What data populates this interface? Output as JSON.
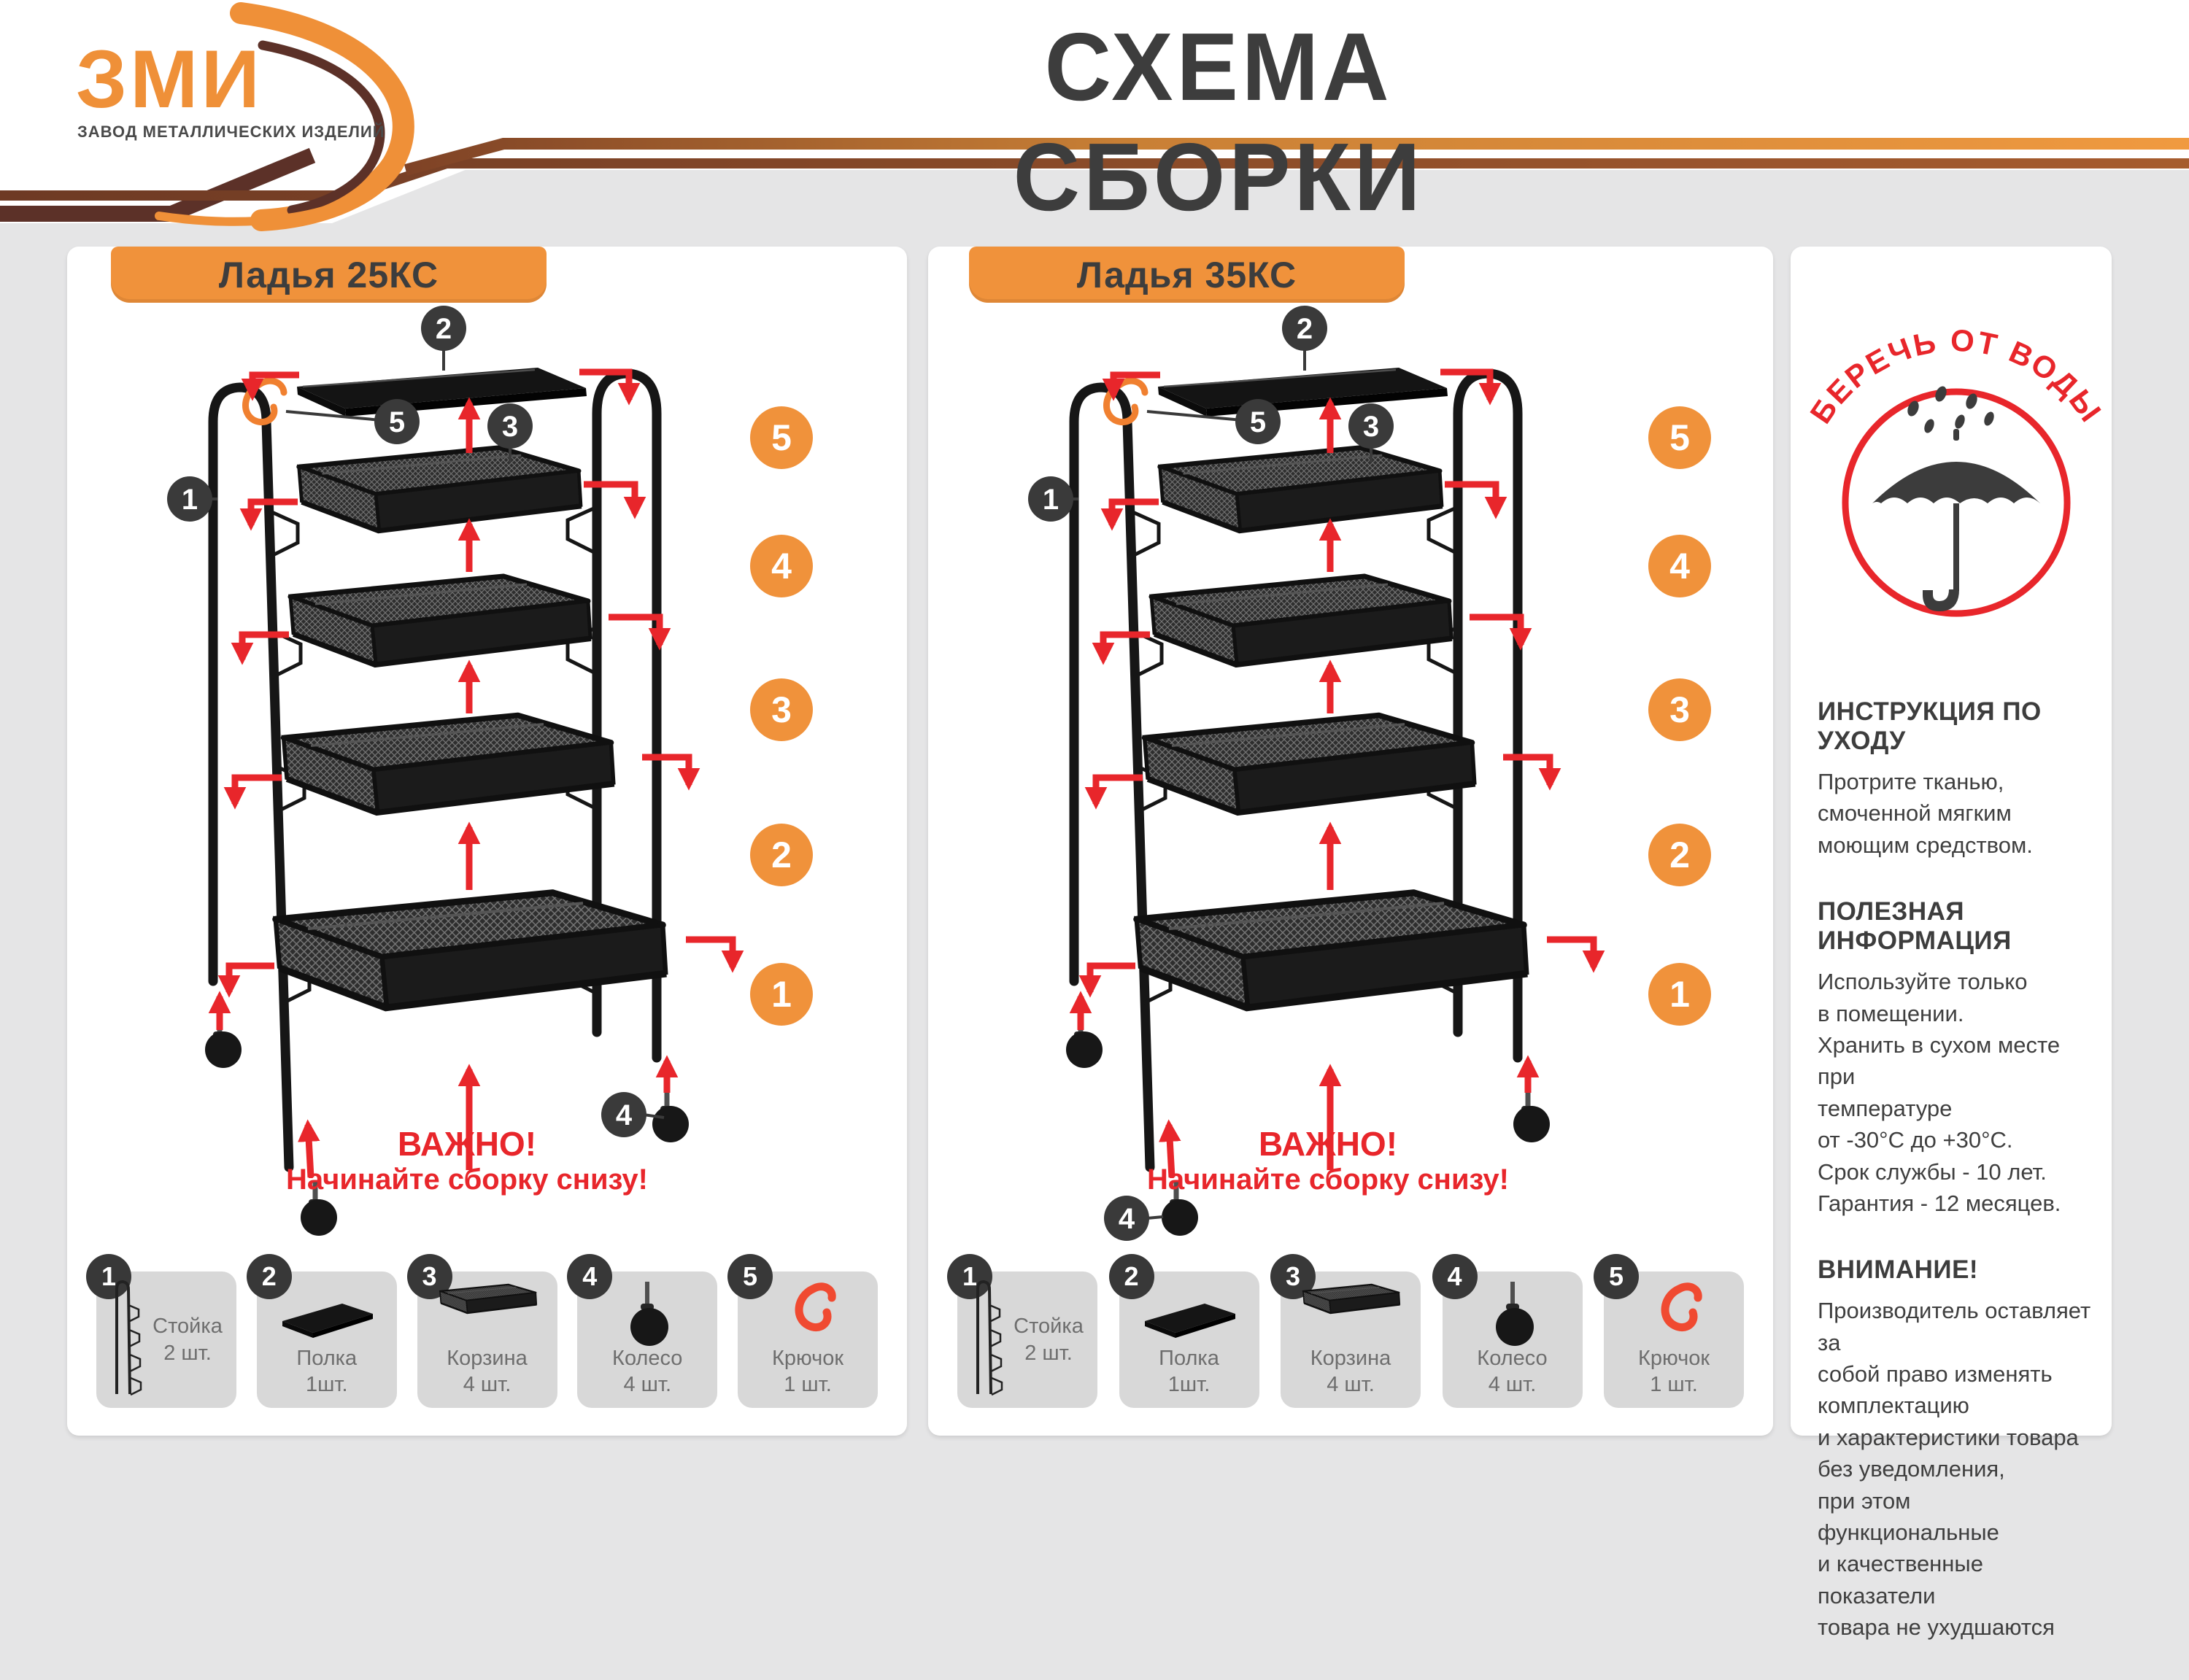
{
  "header": {
    "logo_text": "ЗМИ",
    "logo_subtitle": "ЗАВОД МЕТАЛЛИЧЕСКИХ ИЗДЕЛИЙ",
    "title": "СХЕМА СБОРКИ"
  },
  "panels": [
    {
      "title": "Ладья 25КС"
    },
    {
      "title": "Ладья 35КС"
    }
  ],
  "assembly": {
    "steps": [
      "5",
      "4",
      "3",
      "2",
      "1"
    ],
    "warning_title": "ВАЖНО!",
    "warning_text": "Начинайте сборку снизу!"
  },
  "parts": [
    {
      "num": "1",
      "name": "Стойка",
      "qty": "2 шт."
    },
    {
      "num": "2",
      "name": "Полка",
      "qty": "1шт."
    },
    {
      "num": "3",
      "name": "Корзина",
      "qty": "4 шт."
    },
    {
      "num": "4",
      "name": "Колесо",
      "qty": "4 шт."
    },
    {
      "num": "5",
      "name": "Крючок",
      "qty": "1 шт."
    }
  ],
  "care": {
    "water_badge": "БЕРЕЧЬ ОТ ВОДЫ",
    "sections": [
      {
        "heading": "ИНСТРУКЦИЯ ПО УХОДУ",
        "body": "Протрите тканью,\nсмоченной мягким\nмоющим средством."
      },
      {
        "heading": "ПОЛЕЗНАЯ ИНФОРМАЦИЯ",
        "body": "Используйте только\nв помещении.\nХранить в сухом месте при\nтемпературе\nот -30°С до +30°С.\nСрок службы - 10 лет.\nГарантия - 12 месяцев."
      },
      {
        "heading": "ВНИМАНИЕ!",
        "body": "Производитель оставляет за\nсобой право изменять\nкомплектацию\nи характеристики товара\nбез уведомления,\nпри этом функциональные\nи качественные показатели\nтовара не ухудшаются"
      }
    ]
  },
  "colors": {
    "orange": "#f0923b",
    "red": "#e8262b",
    "dark": "#3d3d3d",
    "card_gray": "#d8d8d8",
    "brown_dark": "#5c3128",
    "hook_orange": "#f08030",
    "hook_red": "#f04a31"
  }
}
